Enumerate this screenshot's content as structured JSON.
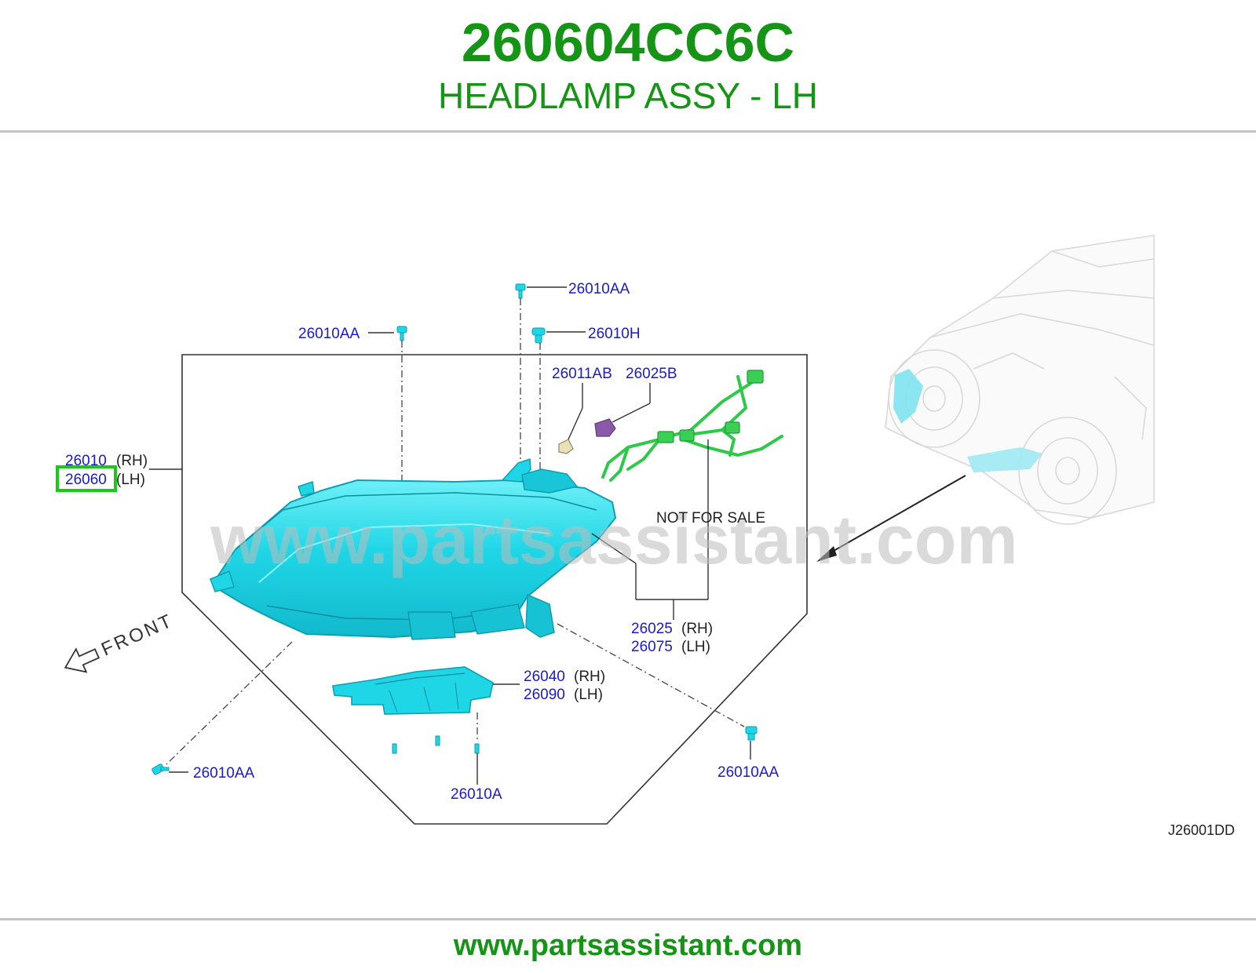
{
  "header": {
    "part_number": "260604CC6C",
    "description": "HEADLAMP ASSY - LH"
  },
  "footer": {
    "url": "www.partsassistant.com"
  },
  "diagram": {
    "watermark": "www.partsassistant.com",
    "diagram_code": "J26001DD",
    "front_label": "FRONT",
    "not_for_sale": "NOT FOR SALE",
    "labels": {
      "screw_top": "26010AA",
      "screw_left_top": "26010AA",
      "clip_top": "26010H",
      "bulb": "26011AB",
      "socket": "26025B",
      "headlamp_rh": "26010",
      "headlamp_rh_side": "(RH)",
      "headlamp_lh": "26060",
      "headlamp_lh_side": "(LH)",
      "harness_rh": "26025",
      "harness_rh_side": "(RH)",
      "harness_lh": "26075",
      "harness_lh_side": "(LH)",
      "bracket_rh": "26040",
      "bracket_rh_side": "(RH)",
      "bracket_lh": "26090",
      "bracket_lh_side": "(LH)",
      "screw_bottom_left": "26010AA",
      "screw_bottom_center": "26010A",
      "screw_bottom_right": "26010AA"
    },
    "colors": {
      "headlamp": "#1fd6e6",
      "harness": "#2fc94a",
      "socket": "#8a5aa8",
      "highlight": "#18c918",
      "label_blue": "#1a1acc"
    }
  }
}
